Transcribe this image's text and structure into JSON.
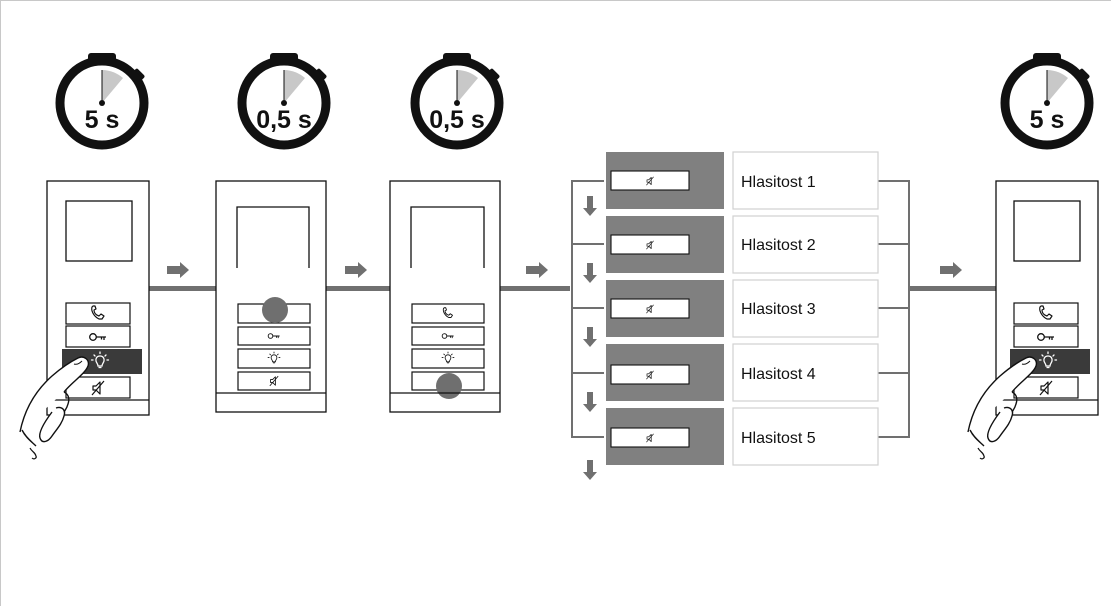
{
  "diagram": {
    "timers": [
      "5 s",
      "0,5 s",
      "0,5 s",
      "5 s"
    ],
    "volume_levels": [
      "Hlasitost 1",
      "Hlasitost 2",
      "Hlasitost 3",
      "Hlasitost 4",
      "Hlasitost 5"
    ],
    "icons": {
      "timer": "stopwatch-icon",
      "arrow": "arrow-right-icon",
      "step_down": "arrow-down-icon",
      "call": "phone-icon",
      "door": "key-icon",
      "light": "light-bulb-icon",
      "mute": "speaker-mute-icon",
      "hand": "pressing-finger-icon",
      "press": "press-dot-icon"
    },
    "colors": {
      "line": "#111111",
      "connector": "#707070",
      "level_fill": "#808080",
      "active_button": "#3a3a3a",
      "timer_wedge": "#c8c8c8"
    }
  }
}
